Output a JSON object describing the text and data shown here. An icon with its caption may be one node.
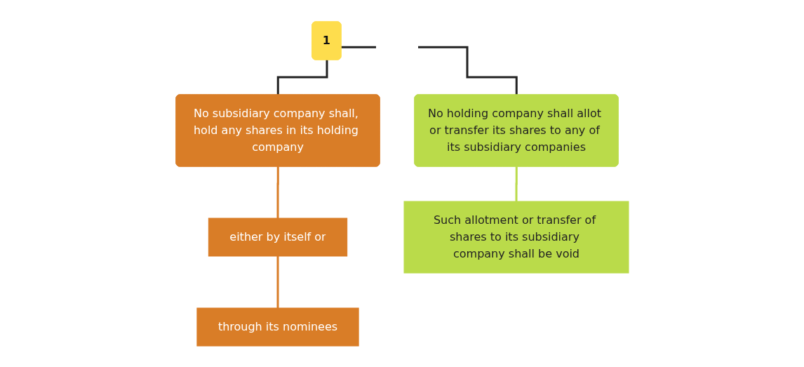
{
  "diagram": {
    "nodes": [
      {
        "text": [
          "1"
        ]
      },
      {
        "text": [
          "No subsidiary company shall, hold any shares in its holding company"
        ]
      },
      {
        "text": [
          "No holding company shall allot or transfer its shares to any of its subsidiary companies"
        ]
      },
      {
        "text": [
          "either by itself or"
        ]
      },
      {
        "text": [
          "through its nominees"
        ]
      },
      {
        "text": [
          "Such allotment or transfer of shares to its subsidiary company shall be void"
        ]
      }
    ],
    "edges": [
      {
        "from": null,
        "to": 1,
        "arrow": "none"
      },
      {
        "from": null,
        "to": 2,
        "arrow": "none"
      },
      {
        "from": 1,
        "to": 3,
        "arrow": "none",
        "color": "#d97d27"
      },
      {
        "from": 3,
        "to": 4,
        "arrow": "none",
        "color": "#d97d27"
      },
      {
        "from": 2,
        "to": 5,
        "arrow": "none",
        "color": "#badb4a"
      }
    ]
  }
}
